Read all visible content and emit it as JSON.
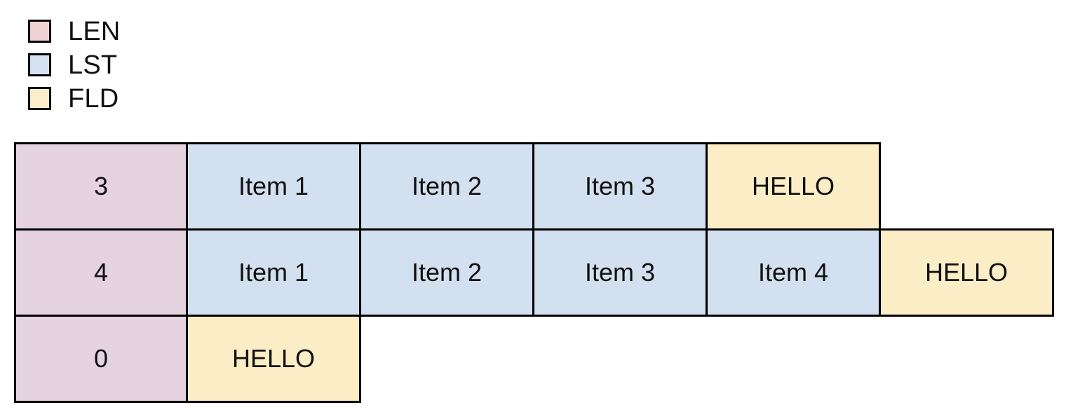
{
  "legend": {
    "items": [
      {
        "label": "LEN",
        "color": "#efd2d3",
        "kind": "len"
      },
      {
        "label": "LST",
        "color": "#d5e2f1",
        "kind": "lst"
      },
      {
        "label": "FLD",
        "color": "#fbeecb",
        "kind": "fld"
      }
    ]
  },
  "palette": {
    "len": "#e5d3e0",
    "lst": "#d3e0f0",
    "fld": "#fbedc6",
    "border": "#000000",
    "text": "#111111",
    "background": "#ffffff"
  },
  "grid": {
    "rows": [
      {
        "cells": [
          {
            "text": "3",
            "kind": "len"
          },
          {
            "text": "Item 1",
            "kind": "lst"
          },
          {
            "text": "Item 2",
            "kind": "lst"
          },
          {
            "text": "Item 3",
            "kind": "lst"
          },
          {
            "text": "HELLO",
            "kind": "fld"
          }
        ]
      },
      {
        "cells": [
          {
            "text": "4",
            "kind": "len"
          },
          {
            "text": "Item 1",
            "kind": "lst"
          },
          {
            "text": "Item 2",
            "kind": "lst"
          },
          {
            "text": "Item 3",
            "kind": "lst"
          },
          {
            "text": "Item 4",
            "kind": "lst"
          },
          {
            "text": "HELLO",
            "kind": "fld"
          }
        ]
      },
      {
        "cells": [
          {
            "text": "0",
            "kind": "len"
          },
          {
            "text": "HELLO",
            "kind": "fld"
          }
        ]
      }
    ]
  }
}
